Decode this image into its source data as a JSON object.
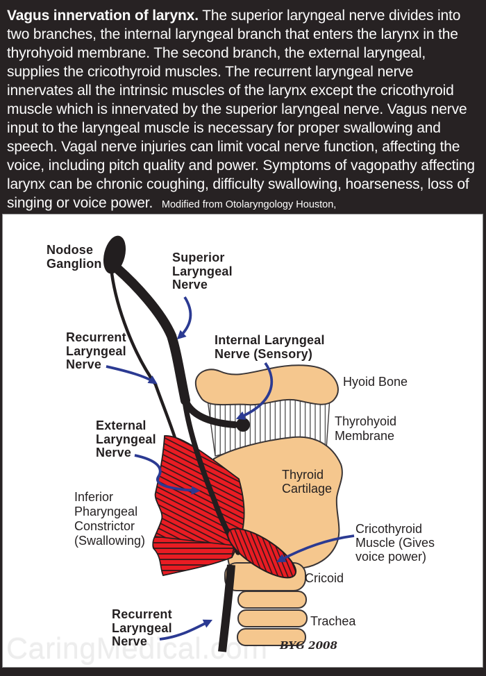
{
  "header": {
    "title_bold": "Vagus innervation of larynx.",
    "body": "The superior laryngeal nerve divides into two branches, the internal laryngeal branch that enters the larynx in the thyrohyoid membrane. The second branch, the external laryngeal, supplies the cricothyroid muscles. The recurrent laryngeal nerve innervates all the intrinsic muscles of the larynx except the cricothyroid muscle which is innervated by the superior laryngeal nerve. Vagus nerve input to the laryngeal muscle is necessary for proper swallowing and speech. Vagal nerve injuries can limit vocal nerve function, affecting the voice, including pitch quality and power. Symptoms of vagopathy affecting larynx can be chronic coughing, difficulty swallowing, hoarseness, loss of singing or voice power.",
    "attribution": "Modified from Otolaryngology Houston, https://www.ghorayeb.com/LaryngealNervesDiagram.html"
  },
  "diagram": {
    "labels": {
      "nodose_ganglion": "Nodose\nGanglion",
      "superior_laryngeal_nerve": "Superior\nLaryngeal\nNerve",
      "recurrent_laryngeal_nerve_upper": "Recurrent\nLaryngeal\nNerve",
      "internal_laryngeal_nerve": "Internal Laryngeal\nNerve (Sensory)",
      "external_laryngeal_nerve": "External\nLaryngeal\nNerve",
      "inferior_pharyngeal_constrictor": "Inferior\nPharyngeal\nConstrictor\n(Swallowing)",
      "hyoid_bone": "Hyoid Bone",
      "thyrohyoid_membrane": "Thyrohyoid\nMembrane",
      "thyroid_cartilage": "Thyroid\nCartilage",
      "cricothyroid_muscle": "Cricothyroid\nMuscle (Gives\nvoice power)",
      "cricoid": "Cricoid",
      "trachea": "Trachea",
      "recurrent_laryngeal_nerve_lower": "Recurrent\nLaryngeal\nNerve"
    },
    "signature": "BYG 2008",
    "colors": {
      "background": "#272223",
      "panel": "#ffffff",
      "header_text": "#fcfcfc",
      "label_text": "#231f20",
      "nerve_black": "#221e1f",
      "arrow_blue": "#2b3a92",
      "cartilage_tan": "#f5c78e",
      "muscle_red": "#e91c23",
      "watermark_gray": "#ededed"
    }
  },
  "watermark": "CaringMedical.com"
}
